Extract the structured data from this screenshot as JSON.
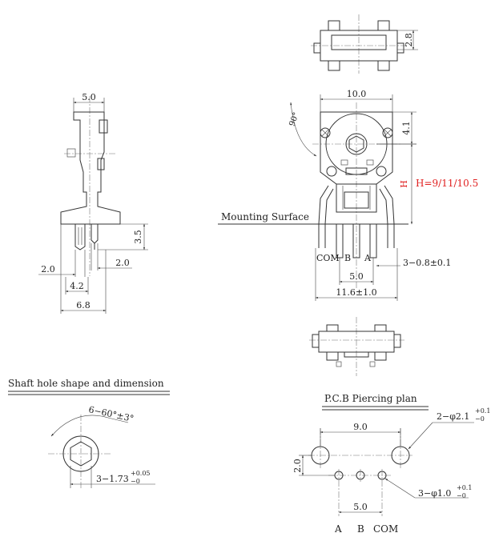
{
  "colors": {
    "line": "#333333",
    "highlight": "#e02020",
    "background": "#ffffff"
  },
  "labels": {
    "top_height": "2.8",
    "side_width": "5.0",
    "side_h1": "3.5",
    "side_left": "2.0",
    "side_right": "2.0",
    "side_mid": "4.2",
    "side_total": "6.8",
    "front_width": "10.0",
    "front_angle": "90°",
    "front_height": "4.1",
    "height_options": "H=9/11/10.5",
    "height_letter": "H",
    "mounting_surface": "Mounting Surface",
    "pin_com": "COM",
    "pin_b": "B",
    "pin_a": "A",
    "pin_spec": "3−0.8±0.1",
    "pin_pitch": "5.0",
    "base_width": "11.6±1.0",
    "shaft_title": "Shaft hole shape and dimension",
    "shaft_angle": "6−60°±3°",
    "shaft_dim": "3−1.73",
    "shaft_tol_up": "+0.05",
    "shaft_tol_low": "−0",
    "pcb_title": "P.C.B Piercing plan",
    "pcb_big_holes": "2−φ2.1",
    "pcb_big_tol_up": "+0.1",
    "pcb_big_tol_low": "−0",
    "pcb_span": "9.0",
    "pcb_vert": "2.0",
    "pcb_small_holes": "3−φ1.0",
    "pcb_small_tol_up": "+0.1",
    "pcb_small_tol_low": "−0",
    "pcb_pitch": "5.0",
    "pcb_a": "A",
    "pcb_b": "B",
    "pcb_com": "COM"
  }
}
